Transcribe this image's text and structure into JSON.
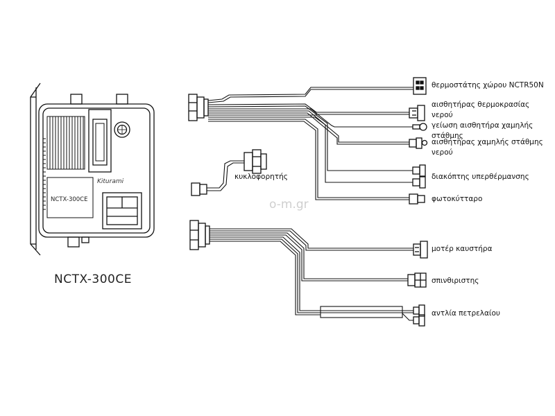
{
  "controller": {
    "caption": "NCTX-300CE",
    "model_label": "NCTX-300CE",
    "brand": "Kiturami"
  },
  "watermark": "o-m.gr",
  "labels": {
    "thermostat": "θερμοστάτης χώρου NCTR50N",
    "water_temp_sensor_l1": "αισθητήρας θερμοκρασίας",
    "water_temp_sensor_l2": "νερού",
    "low_level_ground_l1": "γείωση αισθητήρα χαμηλής",
    "low_level_ground_l2": "στάθμης",
    "low_level_sensor_l1": "αισθητήρας χαμηλής στάθμης",
    "low_level_sensor_l2": "νερού",
    "circulator": "κυκλοφορητής",
    "overheat_switch": "διακόπτης υπερθέρμανσης",
    "photocell": "φωτοκύτταρο",
    "burner_motor": "μοτέρ καυστήρα",
    "igniter": "σπινθιριστης",
    "oil_pump": "αντλία πετρελαίου"
  }
}
